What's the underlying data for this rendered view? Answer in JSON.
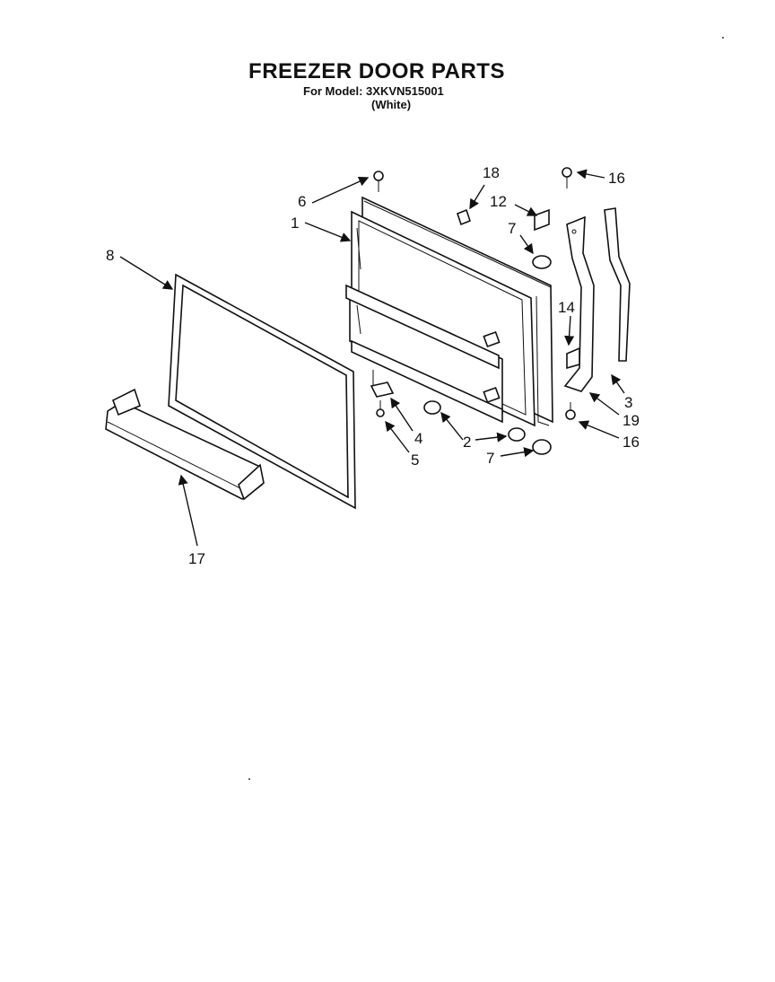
{
  "header": {
    "title": "FREEZER DOOR PARTS",
    "model_line": "For Model: 3XKVN515001",
    "color_line": "(White)"
  },
  "callouts": {
    "c1": "1",
    "c2": "2",
    "c3": "3",
    "c4": "4",
    "c5": "5",
    "c6": "6",
    "c7a": "7",
    "c7b": "7",
    "c8": "8",
    "c12": "12",
    "c14": "14",
    "c16a": "16",
    "c16b": "16",
    "c17": "17",
    "c18": "18",
    "c19": "19"
  }
}
